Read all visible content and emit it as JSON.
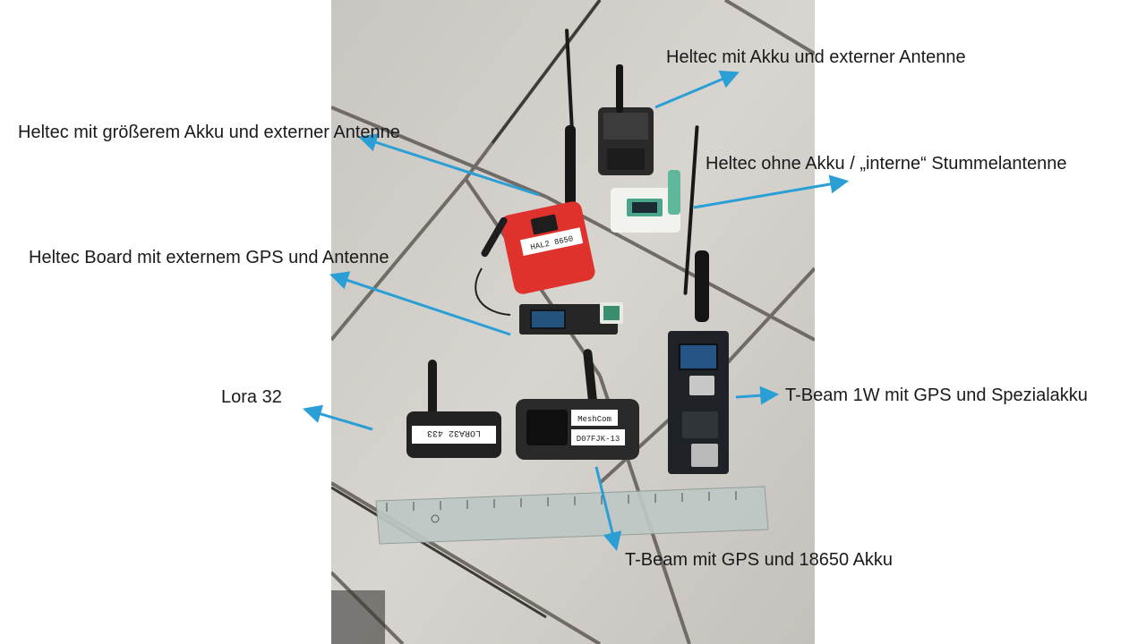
{
  "labels": {
    "heltec_akku_ext": "Heltec mit Akku und externer Antenne",
    "heltec_groesser": "Heltec mit größerem Akku und externer Antenne",
    "heltec_ohne_akku": "Heltec ohne Akku / „interne“ Stummelantenne",
    "heltec_board_gps": "Heltec Board mit externem GPS  und Antenne",
    "lora32": "Lora 32",
    "tbeam_1w": "T-Beam 1W mit GPS und Spezialakku",
    "tbeam_18650": "T-Beam mit GPS und 18650 Akku"
  },
  "device_text": {
    "red_case": "HAL2 8650",
    "lora_case": "LORA32 433",
    "meshcom_case_top": "MeshCom",
    "meshcom_case_bottom": "D07FJK-13"
  },
  "colors": {
    "arrow": "#2a9fd6",
    "floor": "#d2cfca",
    "grout": "#5f5a55",
    "red_case": "#e0322c",
    "case_black": "#222222"
  }
}
